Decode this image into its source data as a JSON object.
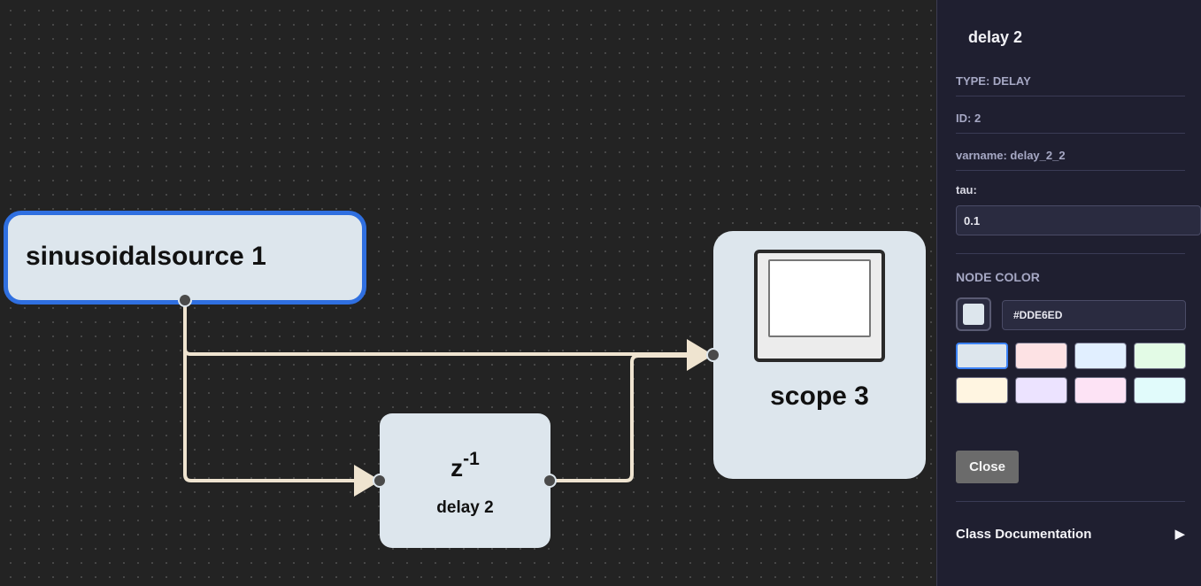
{
  "canvas": {
    "nodes": {
      "sinusoidal_source": {
        "label": "sinusoidalsource 1"
      },
      "delay": {
        "symbol_base": "z",
        "symbol_exp": "-1",
        "label": "delay 2"
      },
      "scope": {
        "label": "scope 3"
      }
    }
  },
  "panel": {
    "title": "delay 2",
    "type_line": "TYPE: DELAY",
    "id_line": "ID: 2",
    "varname_line": "varname: delay_2_2",
    "tau_label": "tau:",
    "tau_value": "0.1",
    "node_color_label": "NODE COLOR",
    "node_color_hex": "#DDE6ED",
    "palette": [
      "#dde6ed",
      "#fde2e4",
      "#e1efff",
      "#e3fbe6",
      "#fff5e1",
      "#ece3ff",
      "#fde3f5",
      "#e1fbfb"
    ],
    "palette_selected_index": 0,
    "close_label": "Close",
    "docs_label": "Class Documentation",
    "docs_icon": "triangle-right-icon"
  },
  "colors": {
    "edge": "#efe4d0",
    "selected_border": "#2f6fe0",
    "port": "#4a4a4a"
  }
}
